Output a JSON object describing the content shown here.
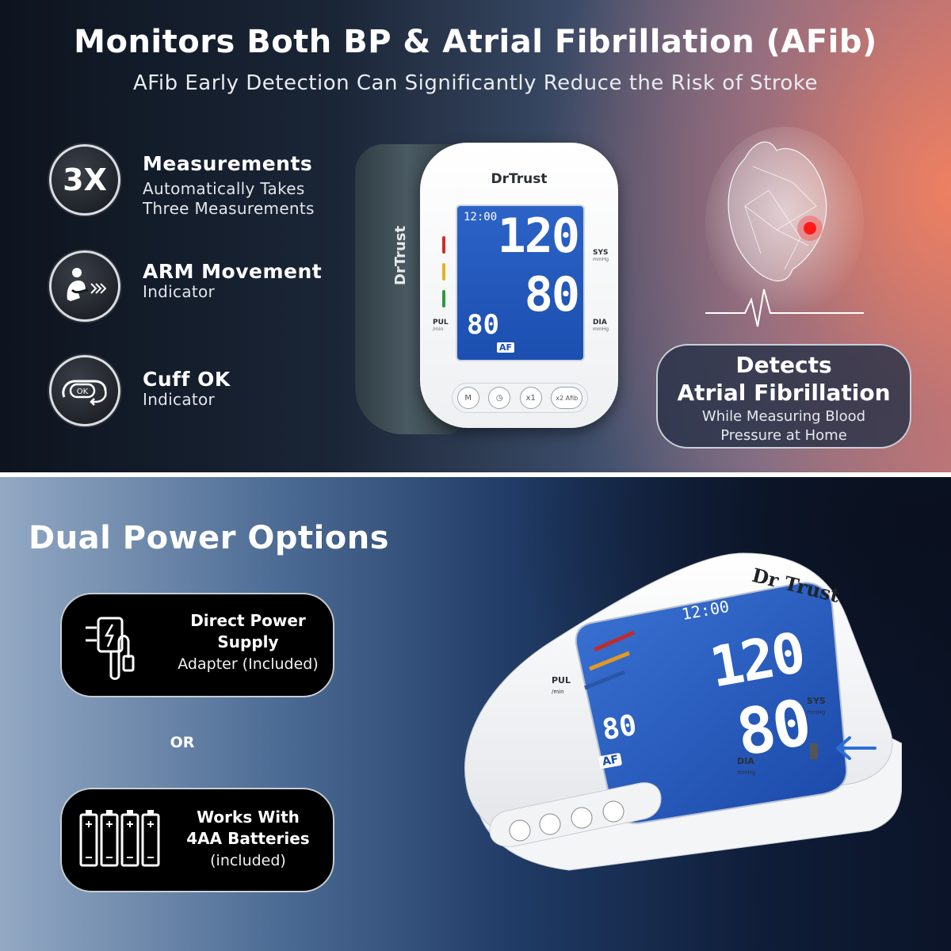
{
  "top": {
    "title": "Monitors Both BP & Atrial Fibrillation (AFib)",
    "subtitle": "AFib Early Detection Can Significantly Reduce the Risk of Stroke",
    "features": [
      {
        "badge": "3X",
        "title": "Measurements",
        "desc": "Automatically Takes\nThree Measurements",
        "icon": "3x-badge-icon"
      },
      {
        "title": "ARM Movement",
        "desc": "Indicator",
        "icon": "arm-movement-icon"
      },
      {
        "title": "Cuff OK",
        "desc": "Indicator",
        "icon": "cuff-ok-icon"
      }
    ],
    "device": {
      "brand": "DrTrust",
      "cuff_label": "DrTrust",
      "time": "12:00",
      "sys": "120",
      "dia": "80",
      "pul": "80",
      "af": "AF",
      "sys_label": "SYS",
      "sys_unit": "mmHg",
      "dia_label": "DIA",
      "dia_unit": "mmHg",
      "pul_label": "PUL",
      "pul_unit": "/min",
      "buttons": [
        "M",
        "◷",
        "x1",
        "x2 Afib"
      ]
    },
    "detect_card": {
      "line1": "Detects",
      "line2": "Atrial Fibrillation",
      "line3": "While Measuring Blood\nPressure at Home"
    }
  },
  "bottom": {
    "title": "Dual Power Options",
    "card1": {
      "title": "Direct Power\nSupply",
      "sub": "Adapter (Included)",
      "icon": "power-adapter-icon"
    },
    "or": "OR",
    "card2": {
      "title": "Works With\n4AA Batteries",
      "sub": "(included)",
      "icon": "batteries-icon"
    },
    "device": {
      "brand": "Dr Trust",
      "time": "12:00",
      "sys": "120",
      "dia": "80",
      "pul": "80",
      "af": "AF",
      "sys_label": "SYS",
      "sys_unit": "mmHg",
      "dia_label": "DIA",
      "dia_unit": "mmHg",
      "pul_label": "PUL",
      "pul_unit": "/min"
    }
  },
  "colors": {
    "lcd_blue": "#1f56b8",
    "accent_red": "#e8222b",
    "arrow_blue": "#2a6fd6"
  }
}
